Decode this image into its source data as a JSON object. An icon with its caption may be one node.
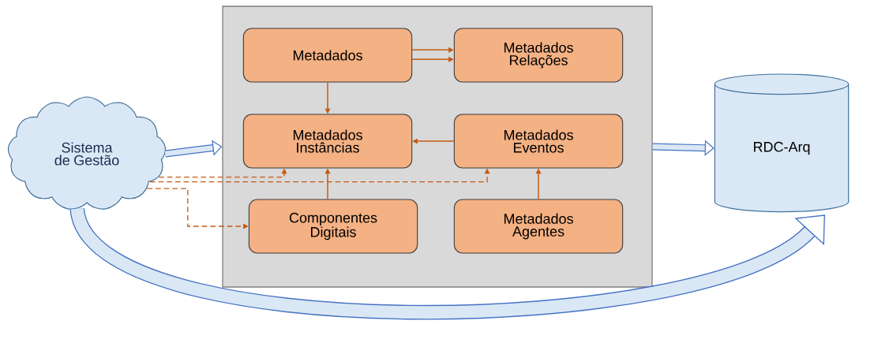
{
  "diagram": {
    "nodes": [
      {
        "text": [
          "Sistema de Gestão"
        ]
      },
      {
        "text": [],
        "shape": "box"
      },
      {
        "text": [
          "Metadados"
        ],
        "in": 1
      },
      {
        "text": [
          "Metadados Relações"
        ],
        "in": 1
      },
      {
        "text": [
          "Metadados Instâncias"
        ],
        "in": 1
      },
      {
        "text": [
          "Metadados Eventos"
        ],
        "in": 1
      },
      {
        "text": [
          "Componentes Digitais"
        ],
        "in": 1
      },
      {
        "text": [
          "Metadados Agentes"
        ],
        "in": 1
      },
      {
        "text": [
          "RDC-Arq"
        ]
      }
    ],
    "edges": [
      {
        "from": 0,
        "to": 1,
        "arrow": "to",
        "style": "thick",
        "color": "#4472c4"
      },
      {
        "from": 1,
        "to": 8,
        "arrow": "to",
        "style": "thick",
        "color": "#4472c4"
      },
      {
        "from": 2,
        "to": 3,
        "arrow": "to"
      },
      {
        "from": 2,
        "to": 3,
        "arrow": "to"
      },
      {
        "from": 2,
        "to": 4,
        "arrow": "to"
      },
      {
        "from": 5,
        "to": 4,
        "arrow": "to"
      },
      {
        "from": 6,
        "to": 4,
        "arrow": "to"
      },
      {
        "from": 7,
        "to": 5,
        "arrow": "to"
      },
      {
        "from": 0,
        "to": 4,
        "arrow": "to",
        "style": "dashed"
      },
      {
        "from": 0,
        "to": 5,
        "arrow": "to",
        "style": "dashed"
      },
      {
        "from": 0,
        "to": 6,
        "arrow": "to",
        "style": "dashed"
      },
      {
        "from": 0,
        "to": 8,
        "arrow": "to",
        "style": "thick",
        "color": "#4472c4"
      }
    ]
  }
}
